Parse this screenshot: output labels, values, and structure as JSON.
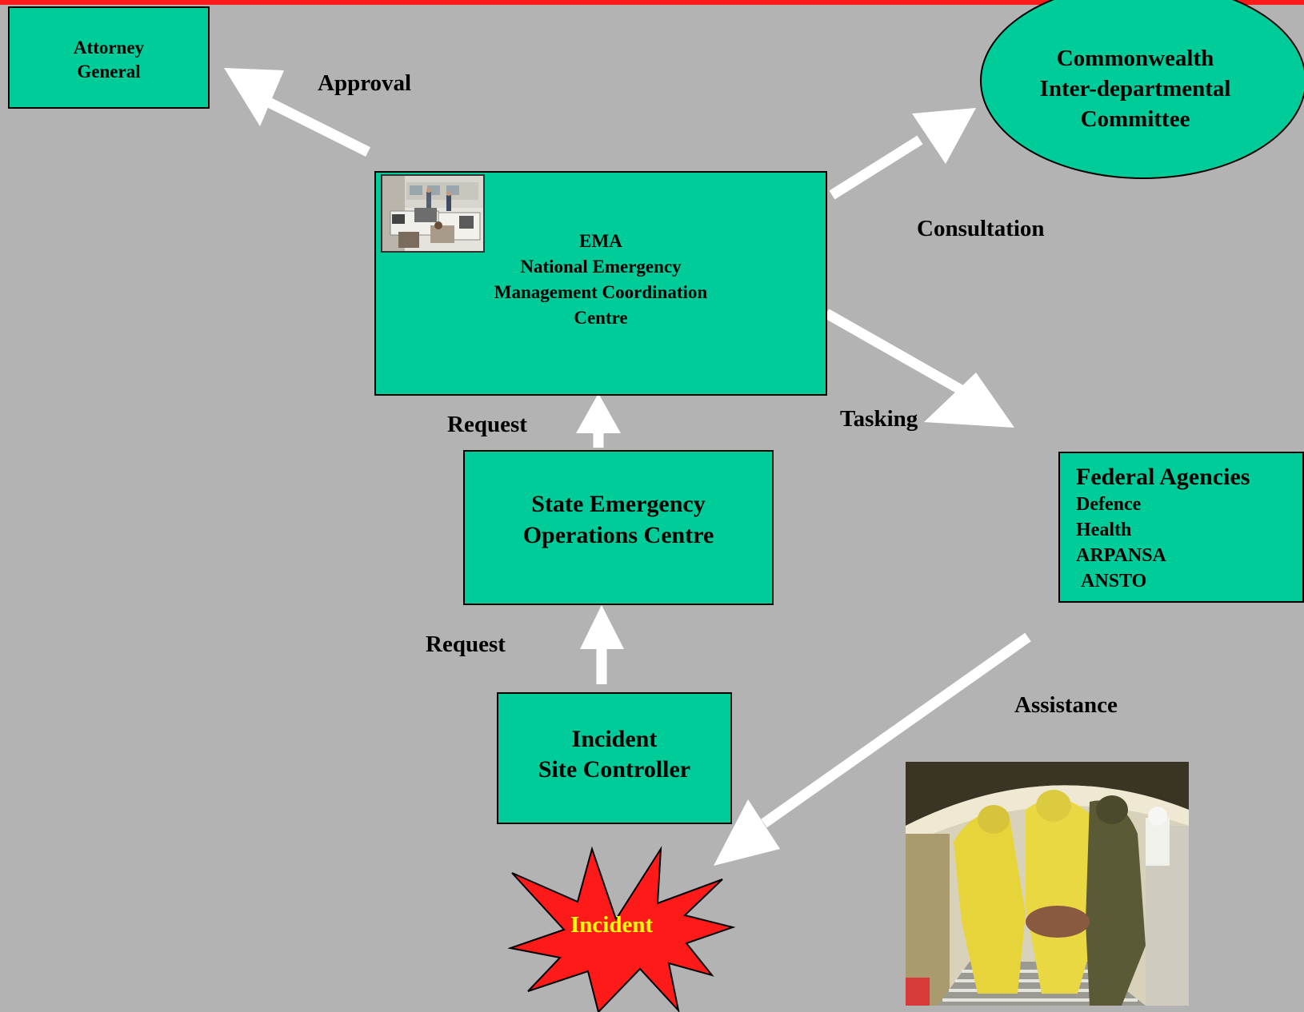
{
  "colors": {
    "background": "#b3b3b3",
    "top_bar": "#ff1a1a",
    "box_fill": "#00cc99",
    "arrow": "#ffffff",
    "incident_fill": "#ff1a1a",
    "incident_text": "#ffff00"
  },
  "nodes": {
    "attorney_general": {
      "line1": "Attorney",
      "line2": "General"
    },
    "committee": {
      "line1": "Commonwealth",
      "line2": "Inter-departmental",
      "line3": "Committee"
    },
    "ema": {
      "line1": "EMA",
      "line2": "National Emergency",
      "line3": "Management Coordination",
      "line4": "Centre"
    },
    "state_centre": {
      "line1": "State Emergency",
      "line2": "Operations Centre"
    },
    "federal_agencies": {
      "title": "Federal Agencies",
      "items": [
        "Defence",
        "Health",
        "ARPANSA",
        "ANSTO"
      ]
    },
    "site_controller": {
      "line1": "Incident",
      "line2": "Site Controller"
    },
    "incident": {
      "label": "Incident"
    }
  },
  "edge_labels": {
    "approval": "Approval",
    "consultation": "Consultation",
    "tasking": "Tasking",
    "request_upper": "Request",
    "request_lower": "Request",
    "assistance": "Assistance"
  },
  "images": {
    "control_room": "control-room-photo",
    "decontamination": "decontamination-photo"
  }
}
